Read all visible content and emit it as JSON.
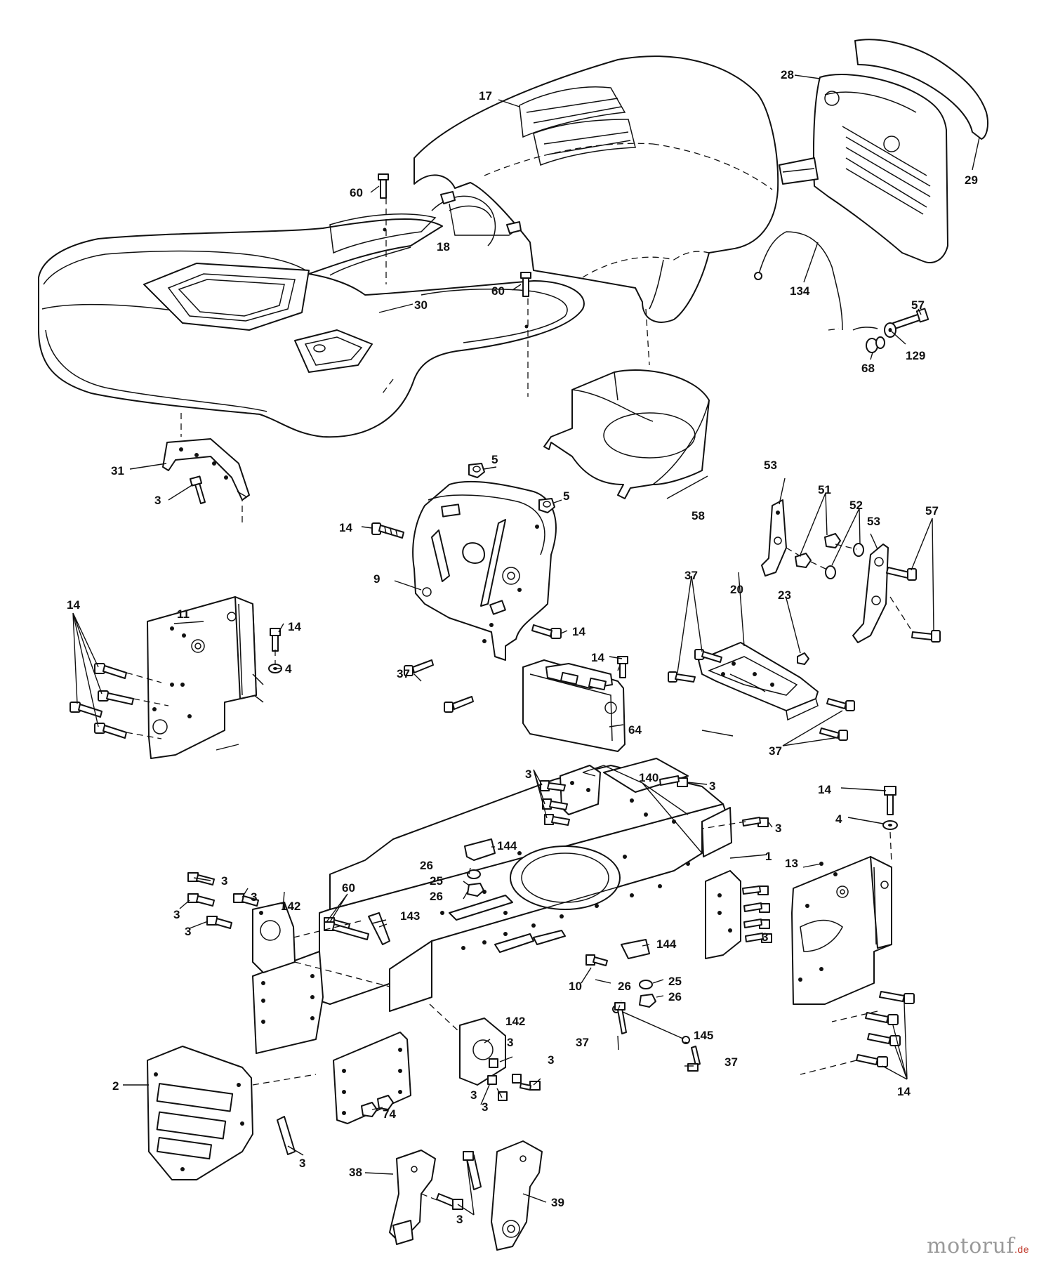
{
  "callouts": {
    "c1": "1",
    "c2": "2",
    "c3": "3",
    "c4": "4",
    "c5": "5",
    "c9": "9",
    "c10": "10",
    "c11": "11",
    "c13": "13",
    "c14": "14",
    "c17": "17",
    "c18": "18",
    "c20": "20",
    "c23": "23",
    "c25": "25",
    "c26": "26",
    "c28": "28",
    "c29": "29",
    "c30": "30",
    "c31": "31",
    "c37": "37",
    "c38": "38",
    "c39": "39",
    "c51": "51",
    "c52": "52",
    "c53": "53",
    "c57": "57",
    "c58": "58",
    "c60": "60",
    "c64": "64",
    "c68": "68",
    "c74": "74",
    "c129": "129",
    "c134": "134",
    "c140": "140",
    "c142": "142",
    "c143": "143",
    "c144": "144",
    "c145": "145"
  },
  "watermark": {
    "main": "motoruf",
    "tld": ".de"
  }
}
